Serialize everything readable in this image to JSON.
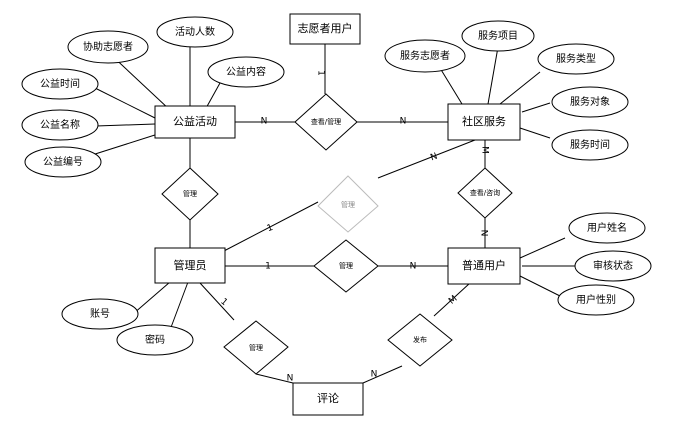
{
  "entities": {
    "volunteer_user": "志愿者用户",
    "public_activity": "公益活动",
    "community_service": "社区服务",
    "admin": "管理员",
    "normal_user": "普通用户",
    "comment": "评论"
  },
  "attributes": {
    "help_volunteer": "协助志愿者",
    "activity_count": "活动人数",
    "public_content": "公益内容",
    "public_time": "公益时间",
    "public_name": "公益名称",
    "public_number": "公益编号",
    "service_volunteer": "服务志愿者",
    "service_item": "服务项目",
    "service_type": "服务类型",
    "service_target": "服务对象",
    "service_time": "服务时间",
    "user_name": "用户姓名",
    "review_status": "审核状态",
    "user_gender": "用户性别",
    "account": "账号",
    "password": "密码"
  },
  "relationships": {
    "view_manage_top": "查看/管理",
    "manage_activity": "管理",
    "manage_service": "管理",
    "view_consult": "查看/咨询",
    "manage_user": "管理",
    "manage_comment": "管理",
    "publish": "发布"
  },
  "cardinalities": {
    "vol_one": "1",
    "act_n": "N",
    "svc_n": "N",
    "svc_n_diag": "N",
    "admin_one_diag": "1",
    "svc_m": "M",
    "user_n_up": "N",
    "admin_one": "1",
    "user_n": "N",
    "admin_one_low": "1",
    "comment_n_left": "N",
    "comment_n_right": "N",
    "user_m": "M"
  }
}
